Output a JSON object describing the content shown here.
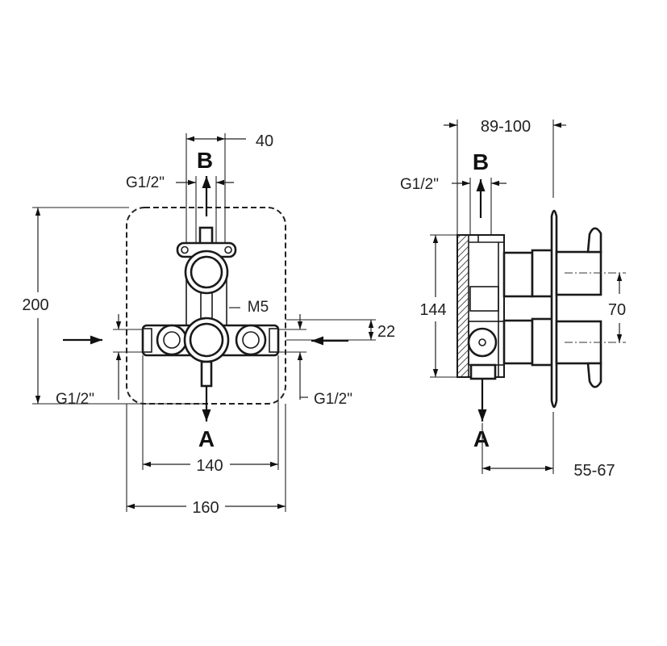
{
  "front_view": {
    "dim_top": "40",
    "outlet_top_label": "B",
    "outlet_top_thread": "G1/2\"",
    "dim_height": "200",
    "screw_label": "M5",
    "dim_offset": "22",
    "inlet_left_thread": "G1/2\"",
    "inlet_right_thread": "G1/2\"",
    "outlet_bottom_label": "A",
    "dim_inner_width": "140",
    "dim_outer_width": "160"
  },
  "side_view": {
    "dim_depth_range": "89-100",
    "outlet_top_label": "B",
    "outlet_top_thread": "G1/2\"",
    "dim_body_height": "144",
    "dim_handle_spacing": "70",
    "outlet_bottom_label": "A",
    "dim_projection_range": "55-67"
  }
}
